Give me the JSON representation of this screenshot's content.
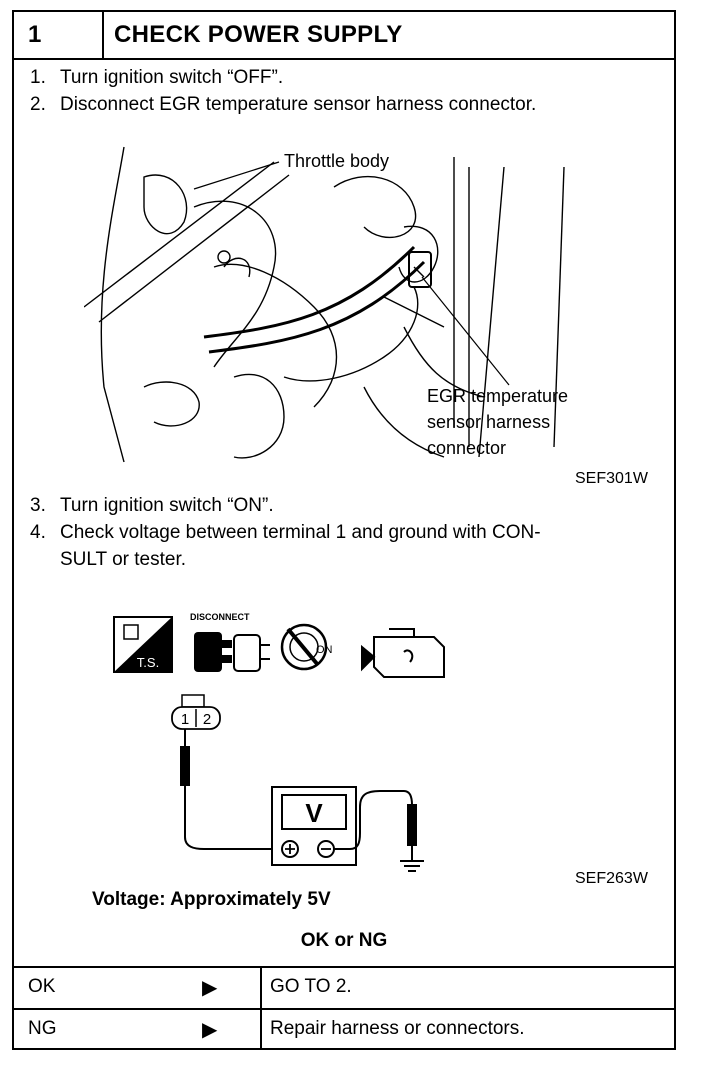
{
  "header": {
    "number": "1",
    "title": "CHECK POWER SUPPLY"
  },
  "steps": [
    {
      "num": "1.",
      "text": "Turn ignition switch “OFF”."
    },
    {
      "num": "2.",
      "text": "Disconnect EGR temperature sensor harness connector."
    },
    {
      "num": "3.",
      "text": "Turn ignition switch “ON”."
    },
    {
      "num": "4.",
      "text_line1": "Check voltage between terminal 1 and ground with CON-",
      "text_line2": "SULT or tester."
    }
  ],
  "figure1": {
    "label_throttle": "Throttle body",
    "label_egr": [
      "EGR temperature",
      "sensor harness",
      "connector"
    ],
    "ref": "SEF301W"
  },
  "figure2": {
    "icon_disconnect": "DISCONNECT",
    "icon_ts": "T.S.",
    "icon_on": "ON",
    "connector_pins": [
      "1",
      "2"
    ],
    "meter_label": "V",
    "ref": "SEF263W"
  },
  "voltage_spec": "Voltage: Approximately 5V",
  "decision": "OK or NG",
  "results": [
    {
      "key": "OK",
      "arrow": "▶",
      "value": "GO TO 2."
    },
    {
      "key": "NG",
      "arrow": "▶",
      "value": "Repair harness or connectors."
    }
  ]
}
